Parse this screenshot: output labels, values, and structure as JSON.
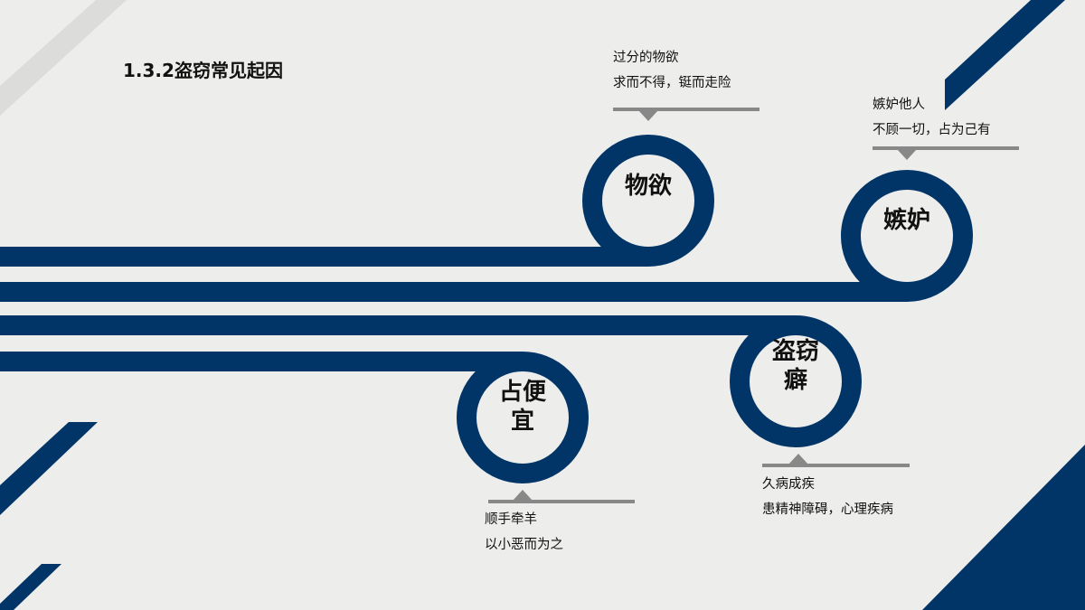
{
  "title": "1.3.2盗窃常见起因",
  "colors": {
    "navy": "#023567",
    "gray": "#888888",
    "background": "#ededeb"
  },
  "nodes": [
    {
      "label": "物欲",
      "notes": [
        "过分的物欲",
        "求而不得，铤而走险"
      ]
    },
    {
      "label": "嫉妒",
      "notes": [
        "嫉妒他人",
        "不顾一切，占为己有"
      ]
    },
    {
      "label": "盗窃癖",
      "notes": [
        "久病成疾",
        "患精神障碍，心理疾病"
      ]
    },
    {
      "label": "占便宜",
      "notes": [
        "顺手牵羊",
        "以小恶而为之"
      ]
    }
  ]
}
